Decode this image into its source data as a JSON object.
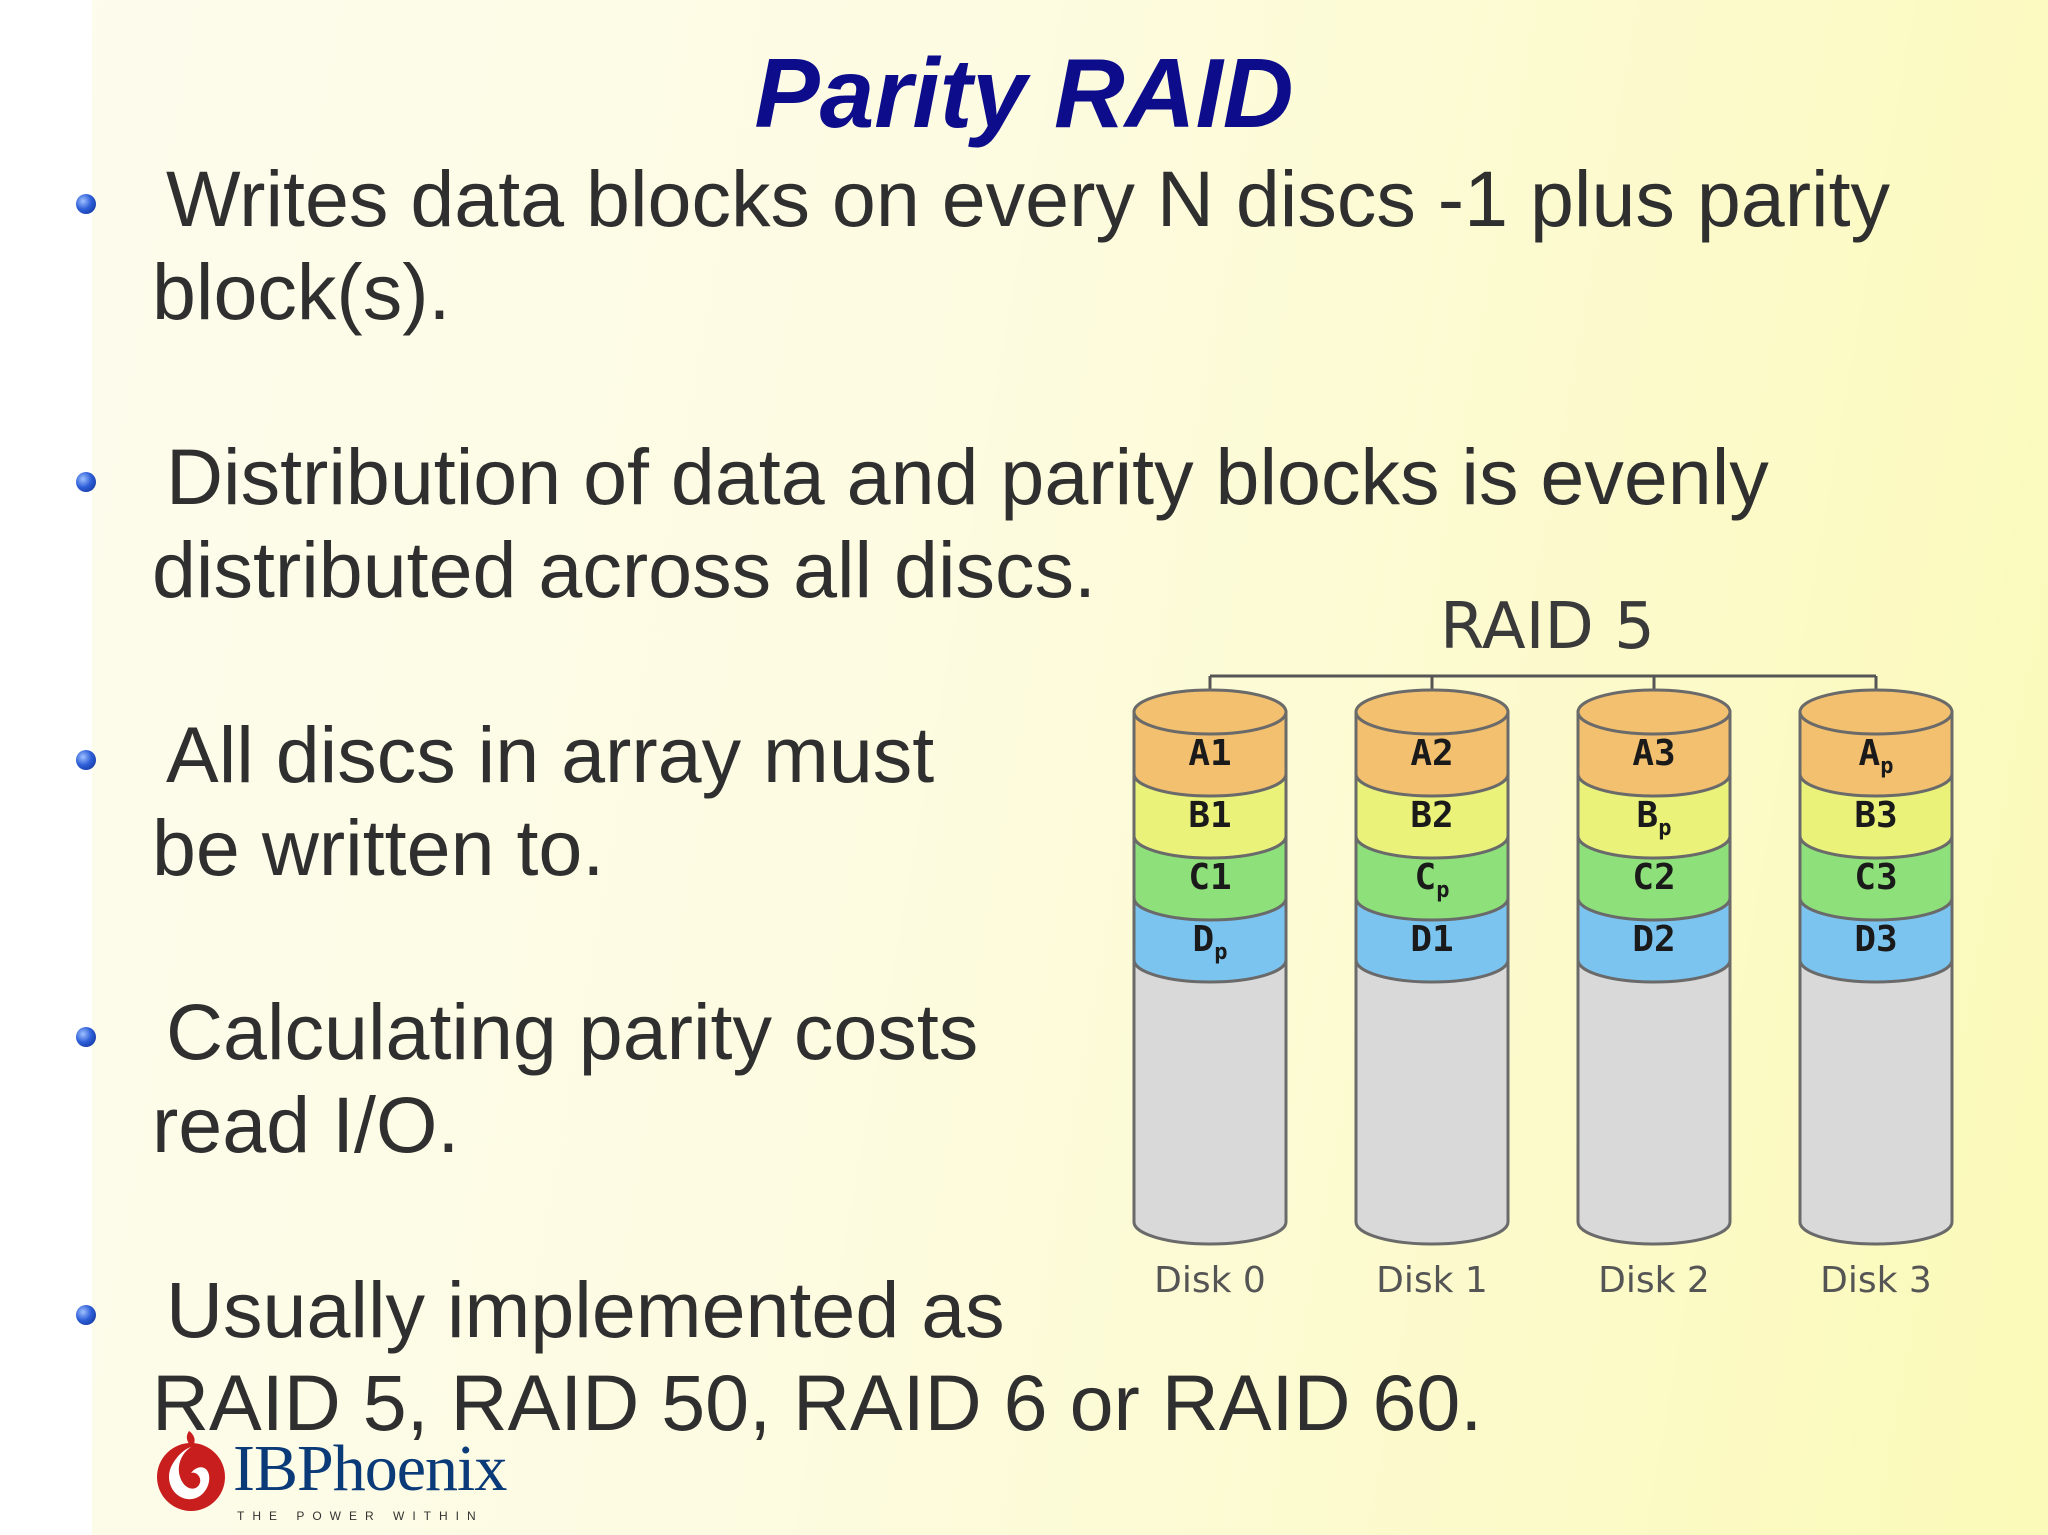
{
  "slide": {
    "title": "Parity RAID",
    "bullets": [
      {
        "line1": "Writes data blocks on every N discs -1 plus parity",
        "line2": "block(s)."
      },
      {
        "line1": "Distribution of data and parity blocks is evenly",
        "line2": "distributed across all discs."
      },
      {
        "line1": "All discs in array must",
        "line2": "be written to."
      },
      {
        "line1": "Calculating parity costs",
        "line2": "read I/O."
      },
      {
        "line1": "Usually implemented as",
        "line2": "RAID 5, RAID 50, RAID 6 or RAID 60."
      }
    ]
  },
  "diagram": {
    "title": "RAID 5",
    "disks": [
      {
        "label": "Disk 0",
        "blocks": [
          {
            "name": "A",
            "sub": "1"
          },
          {
            "name": "B",
            "sub": "1"
          },
          {
            "name": "C",
            "sub": "1"
          },
          {
            "name": "D",
            "sub": "p"
          }
        ]
      },
      {
        "label": "Disk 1",
        "blocks": [
          {
            "name": "A",
            "sub": "2"
          },
          {
            "name": "B",
            "sub": "2"
          },
          {
            "name": "C",
            "sub": "p"
          },
          {
            "name": "D",
            "sub": "1"
          }
        ]
      },
      {
        "label": "Disk 2",
        "blocks": [
          {
            "name": "A",
            "sub": "3"
          },
          {
            "name": "B",
            "sub": "p"
          },
          {
            "name": "C",
            "sub": "2"
          },
          {
            "name": "D",
            "sub": "2"
          }
        ]
      },
      {
        "label": "Disk 3",
        "blocks": [
          {
            "name": "A",
            "sub": "p"
          },
          {
            "name": "B",
            "sub": "3"
          },
          {
            "name": "C",
            "sub": "3"
          },
          {
            "name": "D",
            "sub": "3"
          }
        ]
      }
    ],
    "colors": {
      "A": "#f2c06e",
      "B": "#eaf27a",
      "C": "#8ee07a",
      "D": "#7cc4f0",
      "empty": "#d9d9d9",
      "outline": "#6a6a6a"
    }
  },
  "logo": {
    "name": "IBPhoenix",
    "tagline": "THE POWER WITHIN"
  }
}
